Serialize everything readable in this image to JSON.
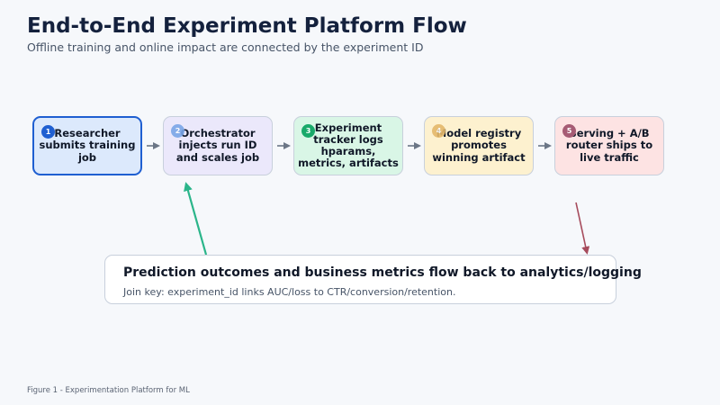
{
  "header": {
    "title": "End-to-End Experiment Platform Flow",
    "subtitle": "Offline training and online impact are connected by the experiment ID"
  },
  "steps": [
    {
      "number": "1",
      "label": "Researcher submits training job"
    },
    {
      "number": "2",
      "label": "Orchestrator injects run ID and scales job"
    },
    {
      "number": "3",
      "label": "Experiment tracker logs hparams, metrics, artifacts"
    },
    {
      "number": "4",
      "label": "Model registry promotes winning artifact"
    },
    {
      "number": "5",
      "label": "Serving + A/B router ships to live traffic"
    }
  ],
  "feedback": {
    "title": "Prediction outcomes and business metrics flow back to analytics/logging",
    "text": "Join key: experiment_id links AUC/loss to CTR/conversion/retention."
  },
  "caption": "Figure 1 - Experimentation Platform for ML",
  "colors": {
    "title": "#14213d",
    "active_border": "#1f5fd1",
    "feedback_arrow": "#2bb58a",
    "serving_arrow": "#a64b5c",
    "flow_arrow": "#6b7686"
  }
}
